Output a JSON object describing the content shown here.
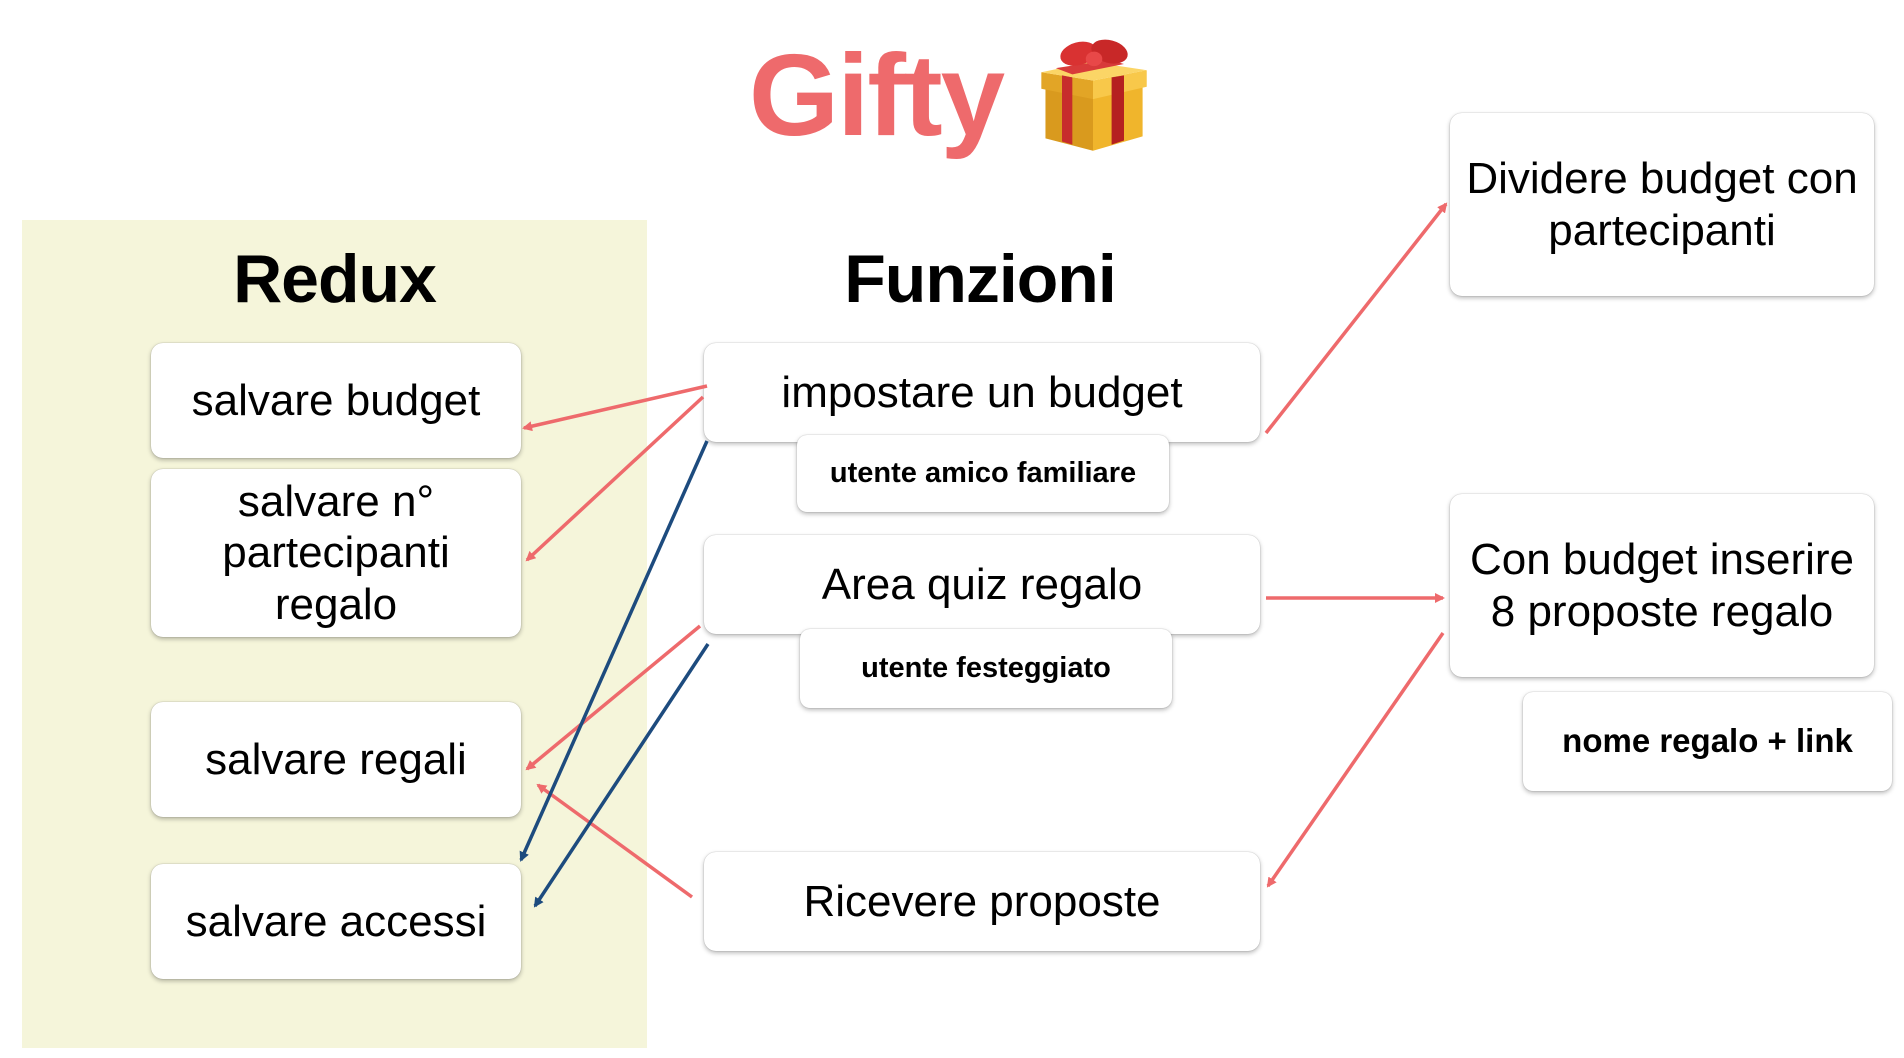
{
  "title": "Gifty",
  "icons": {
    "gift": "wrapped-gift-icon"
  },
  "colors": {
    "title": "#ee6a6c",
    "arrow_red": "#ee6a6c",
    "arrow_blue": "#1d4b7e",
    "redux_panel": "#f5f5da"
  },
  "redux": {
    "heading": "Redux",
    "items": [
      "salvare budget",
      "salvare n° partecipanti regalo",
      "salvare regali",
      "salvare accessi"
    ]
  },
  "funzioni": {
    "heading": "Funzioni",
    "items": [
      "impostare un budget",
      "Area quiz regalo",
      "Ricevere proposte"
    ],
    "tags": [
      "utente amico familiare",
      "utente festeggiato"
    ]
  },
  "right": {
    "items": [
      "Dividere budget con partecipanti",
      "Con budget inserire 8 proposte regalo"
    ],
    "tag": "nome regalo + link"
  }
}
